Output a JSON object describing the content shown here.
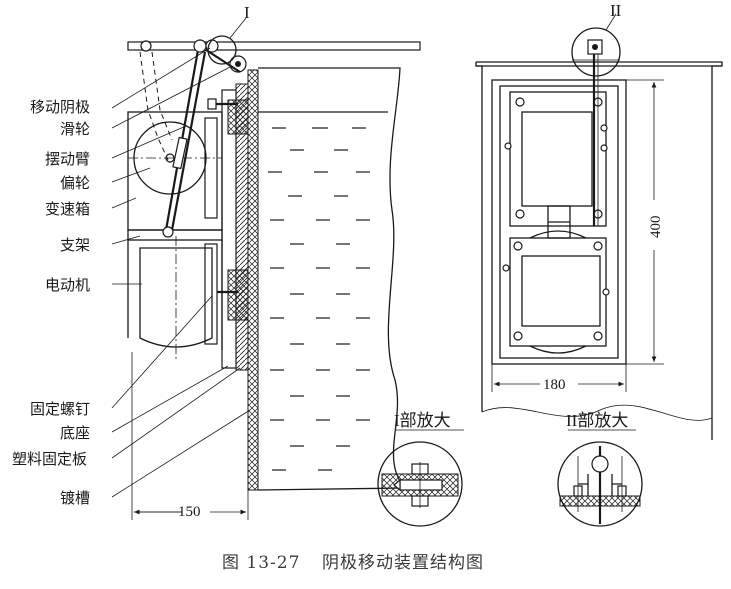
{
  "caption": {
    "number": "图 13-27",
    "title": "阴极移动装置结构图"
  },
  "left_view": {
    "labels": [
      "移动阴极",
      "滑轮",
      "摆动臂",
      "偏轮",
      "变速箱",
      "支架",
      "电动机",
      "固定螺钉",
      "底座",
      "塑料固定板",
      "镀槽"
    ],
    "detail_marker": "I",
    "width_dimension": "150"
  },
  "right_view": {
    "detail_marker": "II",
    "width_dimension": "180",
    "height_dimension": "400"
  },
  "details": {
    "detail_1_title": "I部放大",
    "detail_2_title": "II部放大"
  }
}
